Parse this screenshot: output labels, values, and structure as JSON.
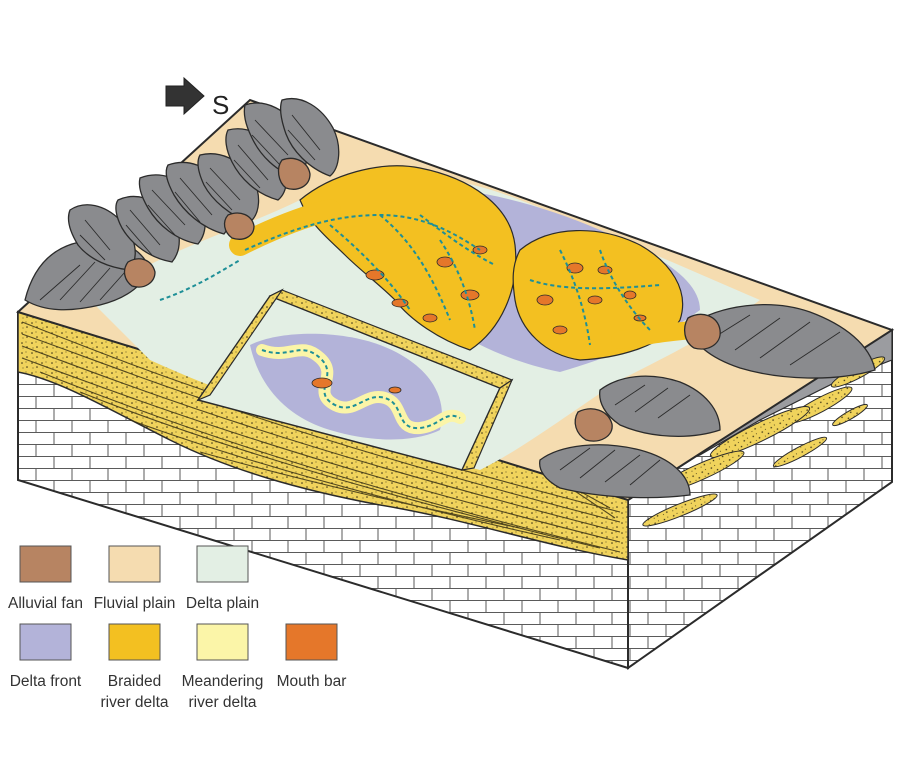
{
  "orientation": {
    "label": "S",
    "icon": "arrow-right-icon"
  },
  "legend": [
    {
      "key": "alluvial_fan",
      "lines": [
        "Alluvial fan"
      ],
      "color": "#b78462"
    },
    {
      "key": "fluvial_plain",
      "lines": [
        "Fluvial plain"
      ],
      "color": "#f5dcb0"
    },
    {
      "key": "delta_plain",
      "lines": [
        "Delta plain"
      ],
      "color": "#e3efe4"
    },
    {
      "key": "delta_front",
      "lines": [
        "Delta front"
      ],
      "color": "#b3b3d9"
    },
    {
      "key": "braided_river_delta",
      "lines": [
        "Braided",
        "river delta"
      ],
      "color": "#f3c021"
    },
    {
      "key": "meandering_river_delta",
      "lines": [
        "Meandering",
        "river delta"
      ],
      "color": "#fbf5a8"
    },
    {
      "key": "mouth_bar",
      "lines": [
        "Mouth bar"
      ],
      "color": "#e5772a"
    }
  ],
  "colors": {
    "mountain": "#8a8b8e",
    "mountain_dark": "#5d5e62",
    "sediment": "#efd25a",
    "brick": "#ffffff",
    "outline": "#2b2b2b",
    "channel": "#1e8f97"
  }
}
